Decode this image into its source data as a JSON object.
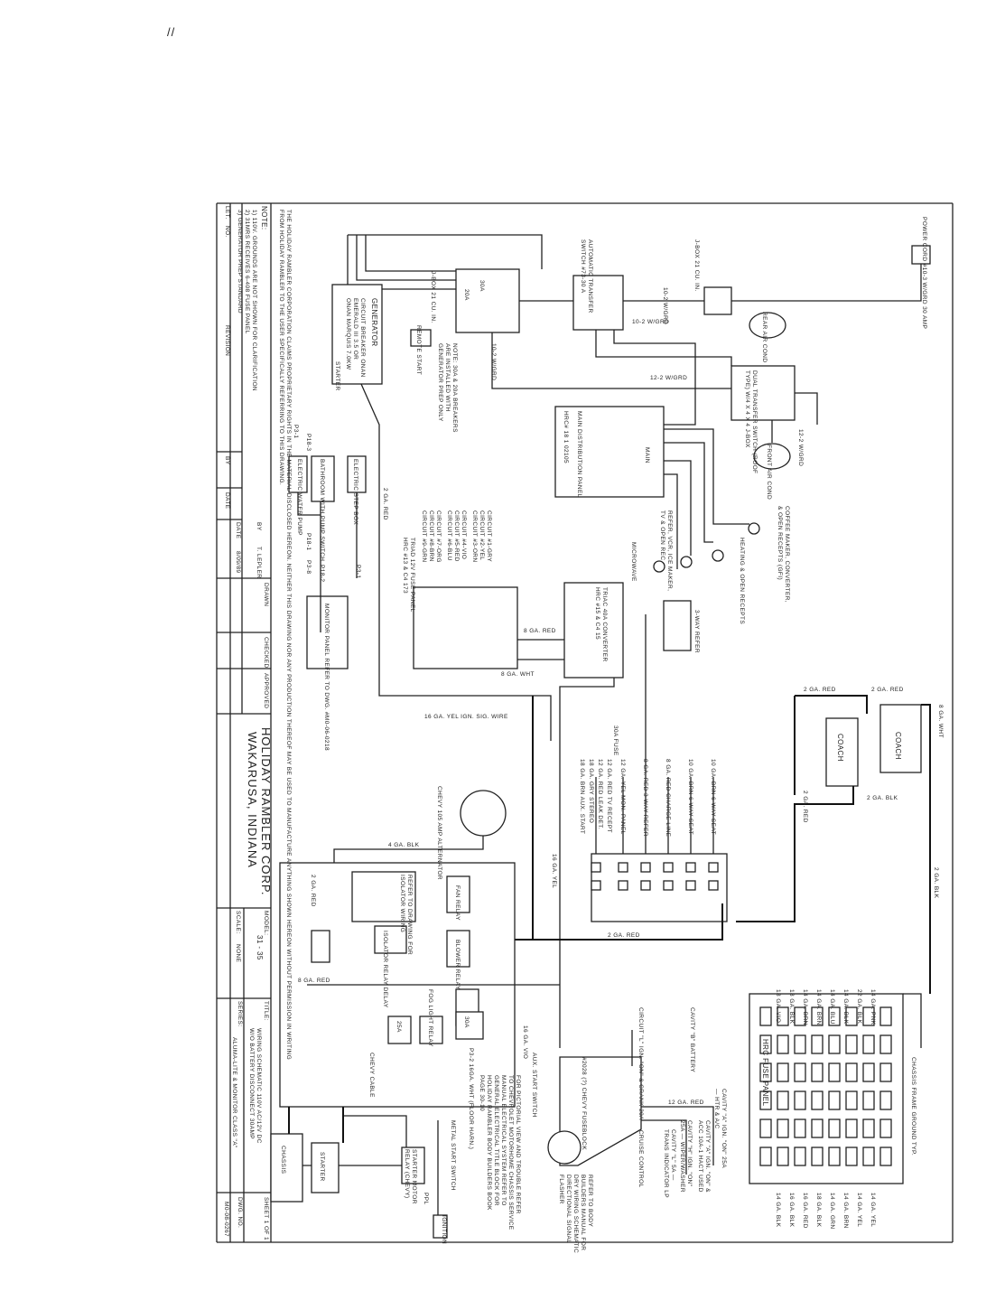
{
  "corner_mark": "//",
  "power": {
    "cord": "POWER CORD #10-3 W/GRD 30 AMP",
    "jbox": "J-BOX 21 CU. IN.",
    "ats": "AUTOMATIC TRANSFER SWITCH #73-30 A",
    "wire_a": "10-2 W/GRD",
    "wire_b": "10-2 W/GRD",
    "wire_c": "12-2 W/GRD",
    "wire_d": "12-2 W/GRD",
    "wire_e": "10-2 W/GRD"
  },
  "generator": {
    "jbox": "J-BOX 21 CU. IN.",
    "breaker_30": "30A",
    "breaker_20": "20A",
    "note": "NOTE: 30A & 20A BREAKERS ARE INSTALLED WITH GENERATOR PREP ONLY",
    "remote": "REMOTE START",
    "label": "GENERATOR",
    "sub": "CIRCUIT BREAKER ONAN EMERALD III 3.5 OR ONAN MARQUIS 7.0KW",
    "starter": "STARTER"
  },
  "ac": {
    "rear": "REAR AIR COND",
    "front": "FRONT AIR COND",
    "dual": "DUAL TRANSFER SWITCH (ROOF TYPE) W/4 X 4 X 4 J-BOX"
  },
  "panel": {
    "main": "MAIN DISTRIBUTION PANEL",
    "ref": "HRC# 18 1 02105",
    "main_lbl": "MAIN"
  },
  "outlets": [
    "COFFEE MAKER, CONVERTER, & OPEN RECEPTS (GFI)",
    "HEATING & OPEN RECEPTS",
    "REFER, VCR, ICE MAKER, TV & OPEN REC.",
    "MICROWAVE"
  ],
  "refer": "3-WAY REFER",
  "converter": "TRIAC 40A CONVERTER HRC #15 & C4 15",
  "circuits": [
    "CIRCUIT #1-GRY",
    "CIRCUIT #2-YEL",
    "CIRCUIT #3-ORN",
    "CIRCUIT #4-VIO",
    "CIRCUIT #5-RED",
    "CIRCUIT #6-BLU",
    "CIRCUIT #7-ORG",
    "CIRCUIT #8-BRN",
    "CIRCUIT #9-GRN"
  ],
  "fuse12": "TRIAD 12V FUSE PANEL HRC #13 & C4 173",
  "pump": {
    "label": "ELECTRIC WATER PUMP",
    "switch": "BATHROOM WITH PUMP SWITCH",
    "strip": "ELECTRIC STEP BOX",
    "p1": "P3-1",
    "p2": "P18-3",
    "p3": "P18-1",
    "p4": "P18-2",
    "p5": "P3-8",
    "p6": "P3-1"
  },
  "monitor": "MONITOR PANEL REFER TO DWG. #M0-06-0218",
  "wires": {
    "w1": "8 GA. RED",
    "w2": "8 GA. WHT",
    "w3": "2 GA. RED",
    "w4": "2 GA. RED",
    "w5": "2 GA. RED",
    "w6": "8 GA. WHT",
    "w7": "2 GA. BLK",
    "w8": "2 GA. RED",
    "w9": "2 GA. BLK",
    "w10": "16 GA. YEL IGN. SIG. WIRE",
    "w11": "4 GA. BLK",
    "w12": "2 GA. RED",
    "w13": "8 GA. RED",
    "w14": "16 GA. YEL",
    "w15": "2 GA. RED",
    "w16": "12 GA. RED",
    "w17": "16 GA. VIO",
    "w18": "CHEVY CABLE"
  },
  "batteries": [
    "COACH",
    "COACH"
  ],
  "fuse_lines": [
    "10 GA. BRN 6-WAY SEAT",
    "10 GA. BRN 6-WAY SEAT",
    "8 GA. RED CHARGE LINE",
    "8 GA. RED 3-WAY REFER",
    "12 GA. YEL MON. PANEL",
    "12 GA. RED TV RECEPT",
    "12 GA. RED LEAK DET.",
    "18 GA. GRY STEREO",
    "18 GA. BRN AUX. START"
  ],
  "fuse_30a": "30A FUSE",
  "alternator": "CHEVY 105 AMP ALTERNATOR",
  "relays": {
    "fan": "FAN RELAY",
    "blower": "BLOWER RELAY",
    "isolator": "ISOLATOR RELAY DELAY",
    "refer_to": "REFER TO DRAWING FOR ISOLATOR WIRING",
    "fog": "FOG LIGHT RELAY",
    "f30": "30A",
    "f25": "25A",
    "harn": "P3-2 16GA. WHT (FLOOR HARN.)"
  },
  "chassis": {
    "gnd": "CHASSIS",
    "frame": "CHASSIS FRAME GROUND TYP.",
    "starter": "STARTER",
    "ignition": "IGNITION",
    "metal": "METAL START SWITCH",
    "aux": "AUX. START SWITCH",
    "relay": "STARTER MOTOR RELAY (CHEVY)",
    "ppl": "PPL"
  },
  "hrc": {
    "title": "HRC FUSE PANEL",
    "col": [
      "14 GA. PNK",
      "22 GA. BLK",
      "14 GA. BLK",
      "14 GA. BLU",
      "14 GA. BRN",
      "14 GA. BRN",
      "18 GA. BLK",
      "18 GA. VIO"
    ],
    "col2": [
      "14 GA. YEL",
      "14 GA. YEL",
      "14 GA. BRN",
      "14 GA. GRN",
      "18 GA. BLK",
      "16 GA. RED",
      "16 GA. BLK",
      "14 GA. BLK"
    ]
  },
  "cavity": [
    "CAVITY \"B\" BATTERY",
    "CIRCUIT \"L\" IGN. \"ON\" & CRANK 20A — CRUISE CONTROL",
    "CAVITY \"A\" IGN. \"ON\" & ACC 10A-1 HACT USED",
    "CAVITY \"L\" 5A — TRANS INDICATOR LP",
    "CAVITY \"H\" IGN. \"ON\" 25A — WIPER/WASHER",
    "CAVITY \"A\" IGN. \"ON\" 25A — HTR & A/C"
  ],
  "chevy_fuse": "#2028 (?) CHEVY FUSEBLOCK",
  "schematic_note": "FOR PICTORIAL VIEW AND TROUBLE REFER TO CHEVROLET MOTORHOME CHASSIS SERVICE MANUAL ELECTRICAL SYSTEM REFER TO GENERAL ELECTRICAL TITLE BLOCK FOR HOLIDAY RAMBLER BODY BUILDERS BOOK PAGE 30-10",
  "flasher": "REFER TO BODY BUILDERS MANUAL FOR DRY WIRING SCHEMATIC DIRECTIONAL SIGNAL FLASHER",
  "notes": {
    "heading": "NOTE:",
    "n1": "1) 110V. GROUNDS ARE NOT SHOWN FOR CLARIFICATION",
    "n2": "2) 31MRS RECEIVES 6-408 FUSE PANEL",
    "n3": "3) GENERATOR PREP STANDARD"
  },
  "proprietary": "THE HOLIDAY RAMBLER CORPORATION CLAIMS PROPRIETARY RIGHTS IN THE MATERIAL DISCLOSED HEREON. NEITHER THIS DRAWING NOR ANY PRODUCTION THEREOF MAY BE USED TO MANUFACTURE ANYTHING SHOWN HEREON WITHOUT PERMISSION IN WRITING FROM HOLIDAY RAMBLER TO THE USER SPECIFICALLY REFERRING TO THIS DRAWING.",
  "title_block": {
    "let": "LET.",
    "no": "NO.",
    "revision": "REVISION",
    "by": "BY",
    "date_h": "DATE",
    "date_lbl": "DATE",
    "date_val": "8/09/89",
    "by_lbl": "BY",
    "by_val": "T. LEPLER",
    "drawn": "DRAWN",
    "checked": "CHECKED",
    "approved": "APPROVED",
    "company": "HOLIDAY RAMBLER CORP.",
    "city": "WAKARUSA, INDIANA",
    "model_lbl": "MODEL:",
    "model": "31 - 35",
    "scale_lbl": "SCALE:",
    "scale": "NONE",
    "title_lbl": "TITLE:",
    "title": "WIRING SCHEMATIC 110V AC/12V DC W/O BATTERY DISCONNECT 30AMP",
    "series_lbl": "SERIES:",
    "series": "ALUMA-LITE & MONITOR CLASS \"A\"",
    "sheet_lbl": "SHEET 1 OF 1",
    "dwg_lbl": "DWG. NO.",
    "dwg": "M0-08-0267"
  }
}
